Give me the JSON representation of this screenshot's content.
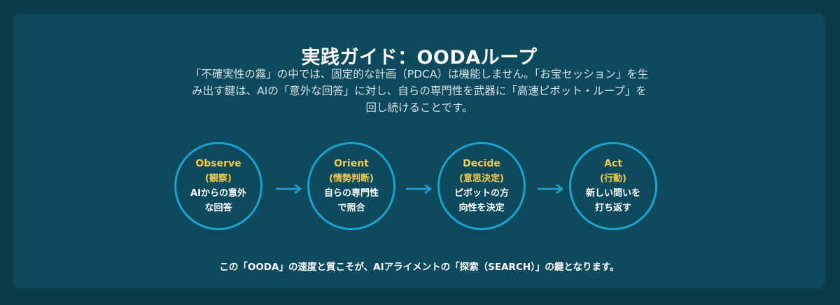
{
  "title": "実践ガイド：OODAループ",
  "description": {
    "line1": "「不確実性の霧」の中では、固定的な計画（PDCA）は機能しません。「お宝セッション」を生",
    "line2": "み出す鍵は、AIの「意外な回答」に対し、自らの専門性を武器に「高速ピボット・ループ」を",
    "line3": "回し続けることです。"
  },
  "steps": [
    {
      "name": "Observe",
      "sub": "(観察)",
      "action1": "AIからの意外",
      "action2": "な回答"
    },
    {
      "name": "Orient",
      "sub": "(情勢判断)",
      "action1": "自らの専門性",
      "action2": "で照合"
    },
    {
      "name": "Decide",
      "sub": "(意思決定)",
      "action1": "ピボットの方",
      "action2": "向性を決定"
    },
    {
      "name": "Act",
      "sub": "(行動)",
      "action1": "新しい問いを",
      "action2": "打ち返す"
    }
  ],
  "footer": "この「OODA」の速度と質こそが、AIアライメントの「探索（SEARCH）」の鍵となります。",
  "colors": {
    "background": "#0b3a4b",
    "panel": "#0e4a5e",
    "accent": "#1da2cd",
    "phase": "#f2c94c",
    "text": "#ffffff"
  },
  "icons": {
    "arrow": "arrow-right-icon"
  }
}
